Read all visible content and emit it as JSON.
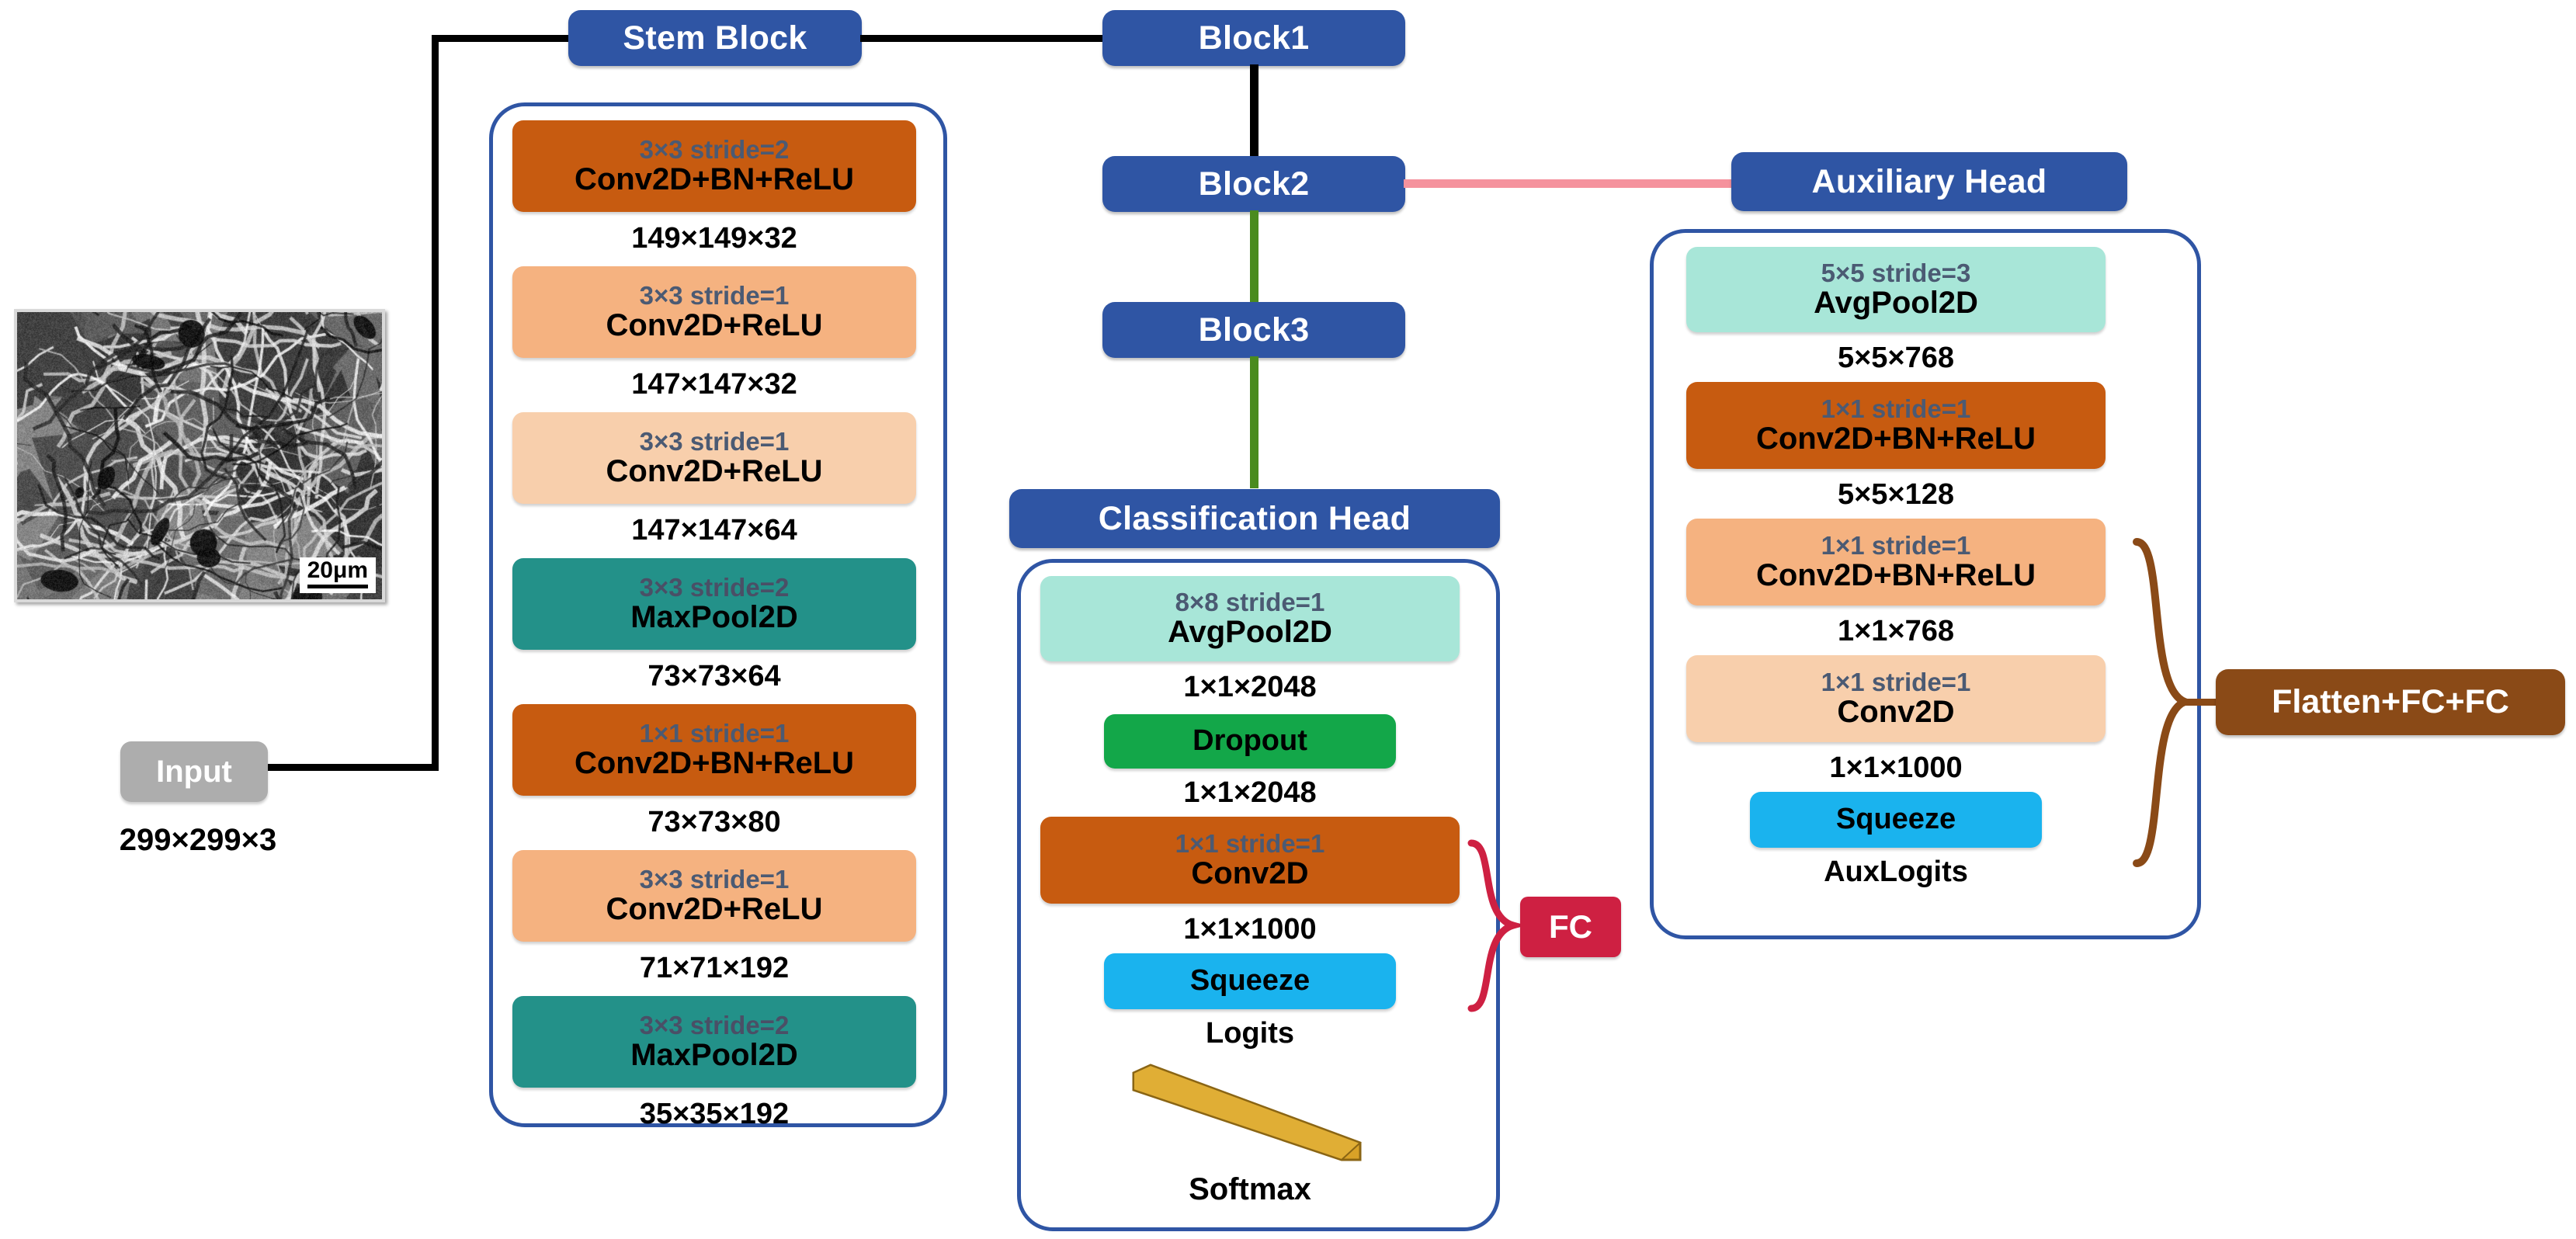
{
  "diagram": {
    "title": "Inception-v3 architecture with SEM fracture-surface input",
    "colors": {
      "header_blue": "#2F55A4",
      "group_outline": "#2F55A4",
      "dark_orange": "#C75B10",
      "mid_orange": "#F5B280",
      "light_orange": "#F8CFAC",
      "teal": "#239189",
      "mint": "#A8E6D8",
      "green": "#13A749",
      "cyan": "#1AB3EE",
      "brown": "#8A4A17",
      "red_fc": "#CE2042",
      "gray_input": "#ADADAD",
      "edge_black": "#000000",
      "edge_green": "#4A8B1E",
      "edge_pink": "#F5929D"
    }
  },
  "input": {
    "pill_label": "Input",
    "shape_label": "299×299×3",
    "scalebar_label": "20μm",
    "image_kind": "sem-micrograph"
  },
  "stem": {
    "header": "Stem Block",
    "layers": [
      {
        "kernel": "3×3 stride=2",
        "name": "Conv2D+BN+ReLU",
        "out": "149×149×32",
        "color": "dark_orange"
      },
      {
        "kernel": "3×3 stride=1",
        "name": "Conv2D+ReLU",
        "out": "147×147×32",
        "color": "mid_orange"
      },
      {
        "kernel": "3×3 stride=1",
        "name": "Conv2D+ReLU",
        "out": "147×147×64",
        "color": "light_orange"
      },
      {
        "kernel": "3×3 stride=2",
        "name": "MaxPool2D",
        "out": "73×73×64",
        "color": "teal"
      },
      {
        "kernel": "1×1 stride=1",
        "name": "Conv2D+BN+ReLU",
        "out": "73×73×80",
        "color": "dark_orange"
      },
      {
        "kernel": "3×3 stride=1",
        "name": "Conv2D+ReLU",
        "out": "71×71×192",
        "color": "mid_orange"
      },
      {
        "kernel": "3×3 stride=2",
        "name": "MaxPool2D",
        "out": "35×35×192",
        "color": "teal"
      }
    ]
  },
  "backbone": {
    "blocks": [
      {
        "label": "Block1"
      },
      {
        "label": "Block2"
      },
      {
        "label": "Block3"
      }
    ]
  },
  "classification_head": {
    "header": "Classification Head",
    "layers": [
      {
        "kernel": "8×8 stride=1",
        "name": "AvgPool2D",
        "out": "1×1×2048",
        "color": "mint"
      },
      {
        "kernel": "",
        "name": "Dropout",
        "out": "1×1×2048",
        "color": "green"
      },
      {
        "kernel": "1×1 stride=1",
        "name": "Conv2D",
        "out": "1×1×1000",
        "color": "dark_orange"
      },
      {
        "kernel": "",
        "name": "Squeeze",
        "out": "Logits",
        "color": "cyan"
      }
    ],
    "brace_label": "FC",
    "softmax_label": "Softmax"
  },
  "auxiliary_head": {
    "header": "Auxiliary Head",
    "layers": [
      {
        "kernel": "5×5 stride=3",
        "name": "AvgPool2D",
        "out": "5×5×768",
        "color": "mint"
      },
      {
        "kernel": "1×1 stride=1",
        "name": "Conv2D+BN+ReLU",
        "out": "5×5×128",
        "color": "dark_orange"
      },
      {
        "kernel": "1×1 stride=1",
        "name": "Conv2D+BN+ReLU",
        "out": "1×1×768",
        "color": "mid_orange"
      },
      {
        "kernel": "1×1 stride=1",
        "name": "Conv2D",
        "out": "1×1×1000",
        "color": "light_orange"
      },
      {
        "kernel": "",
        "name": "Squeeze",
        "out": "AuxLogits",
        "color": "cyan"
      }
    ],
    "brace_label": "Flatten+FC+FC"
  }
}
